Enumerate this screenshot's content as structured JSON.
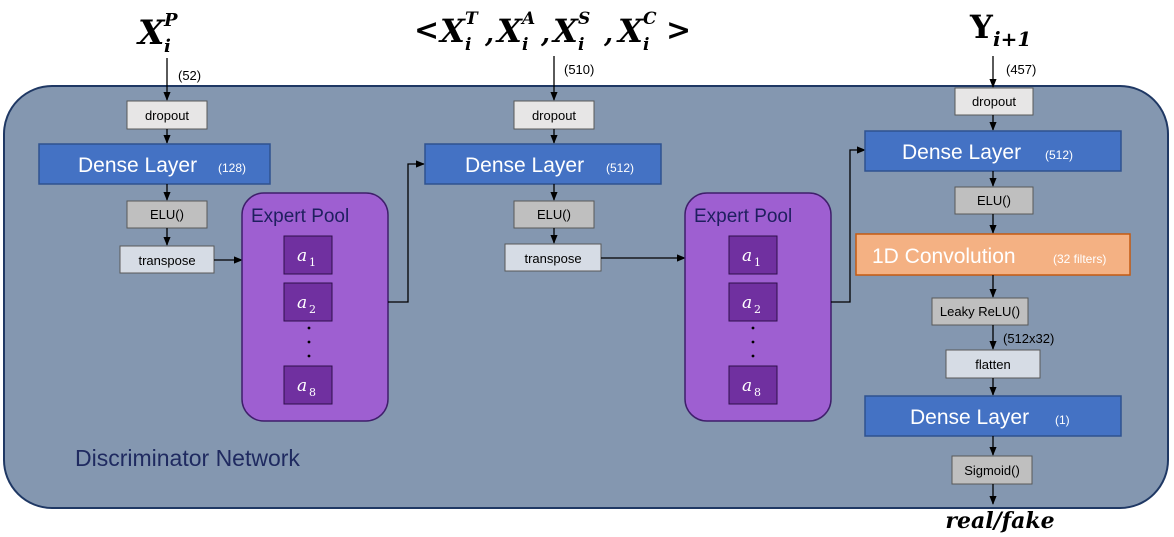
{
  "inputs": {
    "left": {
      "symbol": "X",
      "sup": "P",
      "sub": "i",
      "dim": "(52)"
    },
    "middle": {
      "open": "<",
      "close": ">",
      "terms": [
        {
          "symbol": "X",
          "sup": "T",
          "sub": "i"
        },
        {
          "symbol": "X",
          "sup": "A",
          "sub": "i"
        },
        {
          "symbol": "X",
          "sup": "S",
          "sub": "i"
        },
        {
          "symbol": "X",
          "sup": "C",
          "sub": "i"
        }
      ],
      "separator": ",",
      "dim": "(510)"
    },
    "right": {
      "symbol": "Y",
      "sub": "i+1",
      "dim": "(457)"
    }
  },
  "network_label": "Discriminator Network",
  "left_branch": {
    "dropout": "dropout",
    "dense": {
      "label": "Dense Layer",
      "units": "(128)"
    },
    "activation": "ELU()",
    "transpose": "transpose"
  },
  "middle_branch": {
    "dropout": "dropout",
    "dense": {
      "label": "Dense Layer",
      "units": "(512)"
    },
    "activation": "ELU()",
    "transpose": "transpose"
  },
  "expert_pools": [
    {
      "title": "Expert Pool",
      "experts": [
        {
          "symbol": "a",
          "sub": "1"
        },
        {
          "symbol": "a",
          "sub": "2"
        },
        {
          "symbol": "a",
          "sub": "8"
        }
      ]
    },
    {
      "title": "Expert Pool",
      "experts": [
        {
          "symbol": "a",
          "sub": "1"
        },
        {
          "symbol": "a",
          "sub": "2"
        },
        {
          "symbol": "a",
          "sub": "8"
        }
      ]
    }
  ],
  "right_branch": {
    "dropout": "dropout",
    "dense1": {
      "label": "Dense Layer",
      "units": "(512)"
    },
    "activation": "ELU()",
    "conv": {
      "label": "1D Convolution",
      "detail": "(32 filters)"
    },
    "leaky": "Leaky ReLU()",
    "leaky_dim": "(512x32)",
    "flatten": "flatten",
    "dense2": {
      "label": "Dense Layer",
      "units": "(1)"
    },
    "sigmoid": "Sigmoid()"
  },
  "output": "real/fake",
  "colors": {
    "network_bg": "#8497b0",
    "dense": "#4472c4",
    "dropout": "#e7e6e6",
    "elu": "#bfbfbf",
    "transpose": "#d6dce5",
    "pool": "#9e5fd1",
    "expert": "#7030a0",
    "conv": "#f4b183"
  }
}
